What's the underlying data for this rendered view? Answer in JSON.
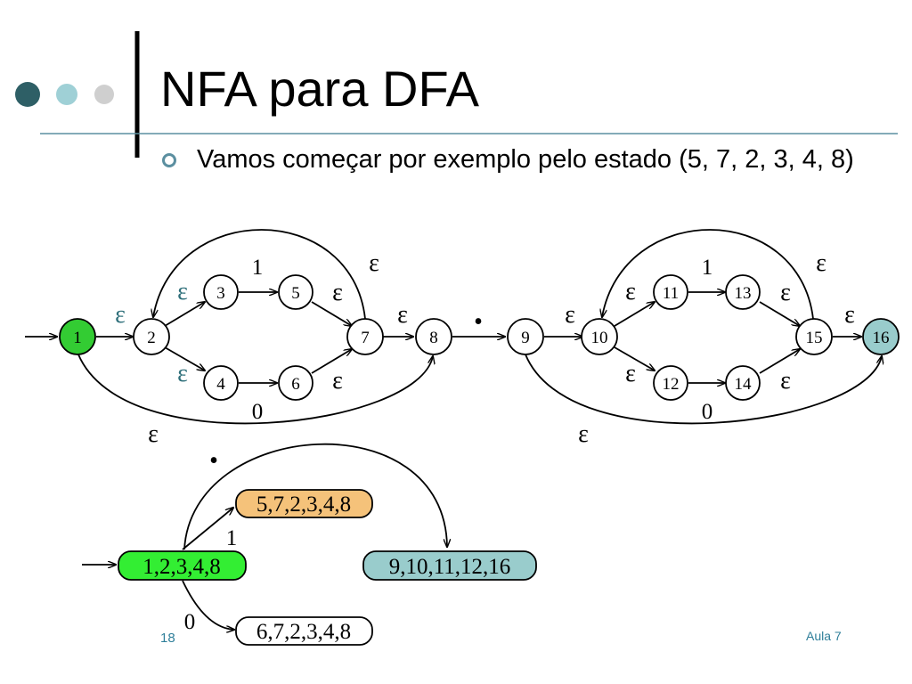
{
  "slide": {
    "title": "NFA para DFA",
    "bullet": "Vamos começar por exemplo pelo estado (5, 7, 2, 3, 4, 8)",
    "slide_number": "18",
    "footer": "Aula 7",
    "decor_dot_colors": [
      "#2e5f66",
      "#9fd0d6",
      "#cfcfcf"
    ],
    "accent_line_color": "#5b8fa0"
  },
  "nfa": {
    "states": [
      "1",
      "2",
      "3",
      "4",
      "5",
      "6",
      "7",
      "8",
      "9",
      "10",
      "11",
      "12",
      "13",
      "14",
      "15",
      "16"
    ],
    "start_state": "1",
    "start_state_color": "#33cc33",
    "final_state": "16",
    "final_state_color": "#99cccc",
    "labels": {
      "eps": "ε",
      "one": "1",
      "zero": "0",
      "concat": "•"
    }
  },
  "dfa": {
    "states": [
      "1,2,3,4,8",
      "5,7,2,3,4,8",
      "6,7,2,3,4,8",
      "9,10,11,12,16"
    ],
    "colors": [
      "#33ee33",
      "#f5c27a",
      "#ffffff",
      "#99cccc"
    ],
    "transition_one": "1",
    "transition_zero": "0",
    "concat": "•"
  }
}
